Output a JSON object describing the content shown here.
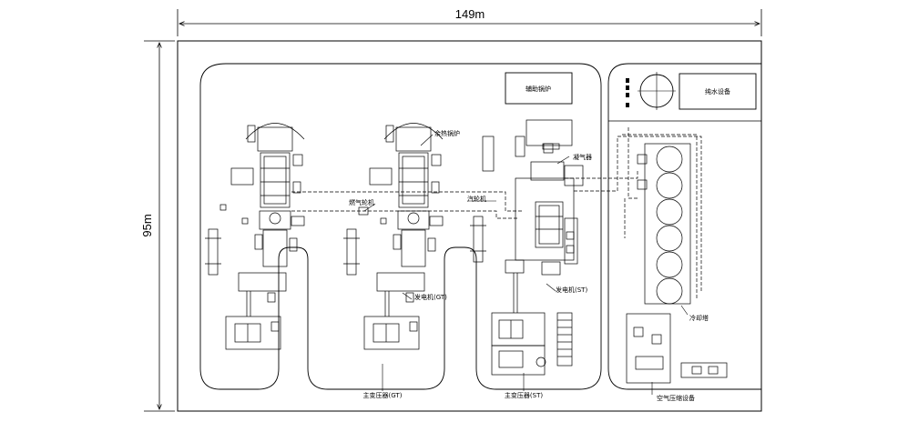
{
  "dimensions": {
    "width": "149m",
    "height": "95m"
  },
  "labels": {
    "aux_boiler": "辅助锅炉",
    "pure_water": "纯水设备",
    "hrsg": "余热锅炉",
    "gas_turbine": "燃气轮机",
    "steam_turbine": "汽轮机",
    "condenser": "凝气器",
    "generator_gt": "发电机(GT)",
    "generator_st": "发电机(ST)",
    "cooling_tower": "冷却塔",
    "main_transformer_gt": "主变压器(GT)",
    "main_transformer_st": "主变压器(ST)",
    "air_compressor": "空气压缩设备"
  }
}
